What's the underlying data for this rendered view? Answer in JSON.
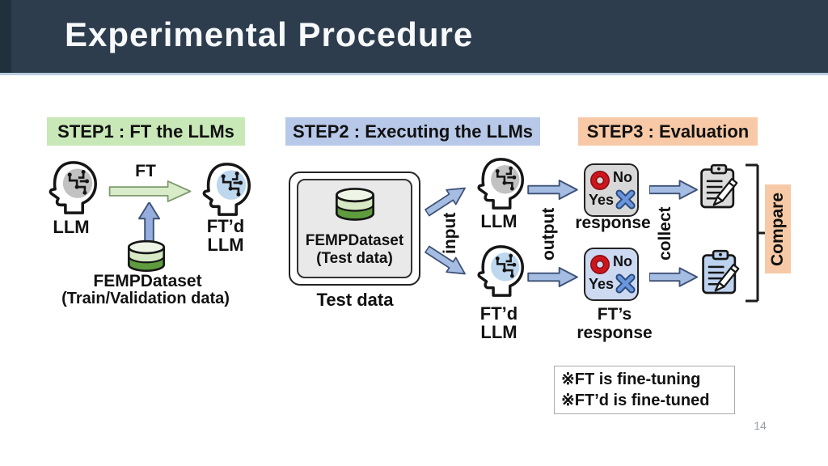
{
  "slide": {
    "title": "Experimental Procedure",
    "page_number": "14",
    "header_color": "#2d3d4e"
  },
  "steps": {
    "step1": {
      "label": "STEP1 : FT the LLMs",
      "accent": "#c9e8b8"
    },
    "step2": {
      "label": "STEP2 : Executing the LLMs",
      "accent": "#b7c8e8"
    },
    "step3": {
      "label": "STEP3 : Evaluation",
      "accent": "#f7c9a6"
    }
  },
  "step1": {
    "llm_label": "LLM",
    "ft_arrow_label": "FT",
    "ftd_line1": "FT’d",
    "ftd_line2": "LLM",
    "dataset_name": "FEMPDataset",
    "dataset_sub": "(Train/Validation data)"
  },
  "step2": {
    "box_title": "FEMPDataset",
    "box_sub": "(Test data)",
    "box_caption": "Test data",
    "input_label": "input",
    "llm_label": "LLM",
    "ftd_line1": "FT’d",
    "ftd_line2": "LLM",
    "output_label": "output"
  },
  "step3": {
    "response1_label": "response",
    "response2_line1": "FT’s",
    "response2_line2": "response",
    "collect_label": "collect",
    "compare_label": "Compare",
    "compare_accent": "#f7c9a6",
    "mark_no": "No",
    "mark_yes": "Yes"
  },
  "note": {
    "line1": "※FT is fine-tuning",
    "line2": "※FT’d is fine-tuned"
  }
}
